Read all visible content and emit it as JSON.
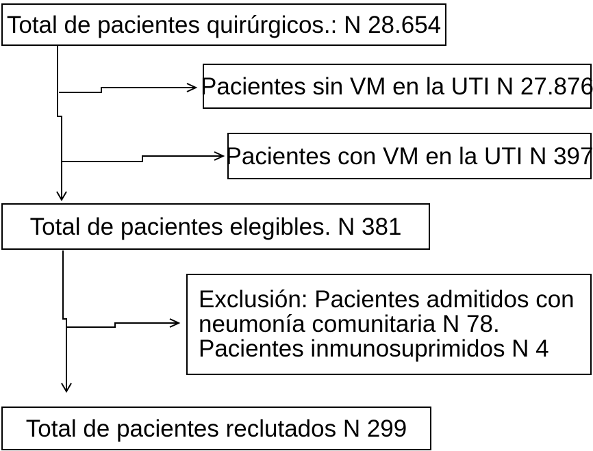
{
  "boxes": {
    "total_quirurgicos": "Total de pacientes quirúrgicos.: N 28.654",
    "sin_vm": "Pacientes sin VM en la UTI N 27.876",
    "con_vm": "Pacientes con VM en la UTI N 397",
    "elegibles": "Total de pacientes elegibles. N 381",
    "exclusion_lines": [
      "Exclusión: Pacientes admitidos con",
      "neumonía comunitaria N 78.",
      "Pacientes inmunosuprimidos N 4"
    ],
    "reclutados": "Total de pacientes reclutados N 299"
  }
}
